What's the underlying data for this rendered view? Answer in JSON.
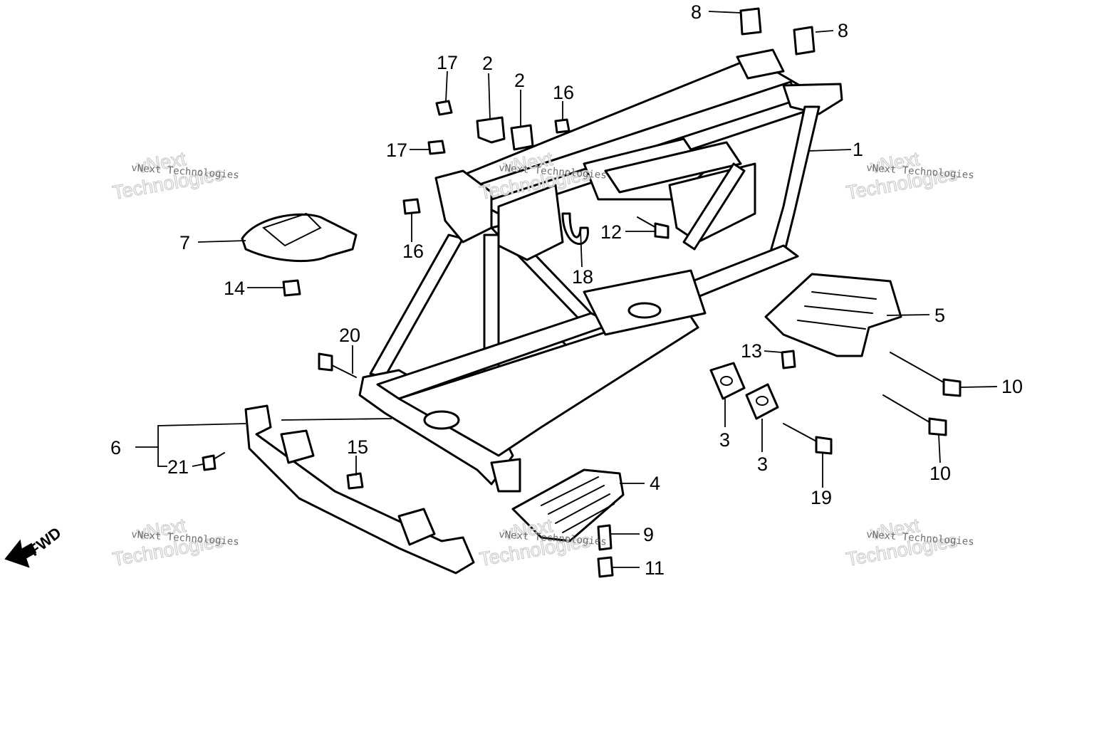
{
  "callouts": [
    {
      "num": "1"
    },
    {
      "num": "2"
    },
    {
      "num": "2"
    },
    {
      "num": "3"
    },
    {
      "num": "3"
    },
    {
      "num": "4"
    },
    {
      "num": "5"
    },
    {
      "num": "6"
    },
    {
      "num": "7"
    },
    {
      "num": "8"
    },
    {
      "num": "8"
    },
    {
      "num": "9"
    },
    {
      "num": "10"
    },
    {
      "num": "10"
    },
    {
      "num": "11"
    },
    {
      "num": "12"
    },
    {
      "num": "13"
    },
    {
      "num": "14"
    },
    {
      "num": "15"
    },
    {
      "num": "16"
    },
    {
      "num": "16"
    },
    {
      "num": "17"
    },
    {
      "num": "17"
    },
    {
      "num": "18"
    },
    {
      "num": "19"
    },
    {
      "num": "20"
    },
    {
      "num": "21"
    }
  ],
  "direction_label": "FWD",
  "watermark": {
    "small": "vNext Technologies",
    "big_line1": "vNext",
    "big_line2": "Technologies"
  }
}
